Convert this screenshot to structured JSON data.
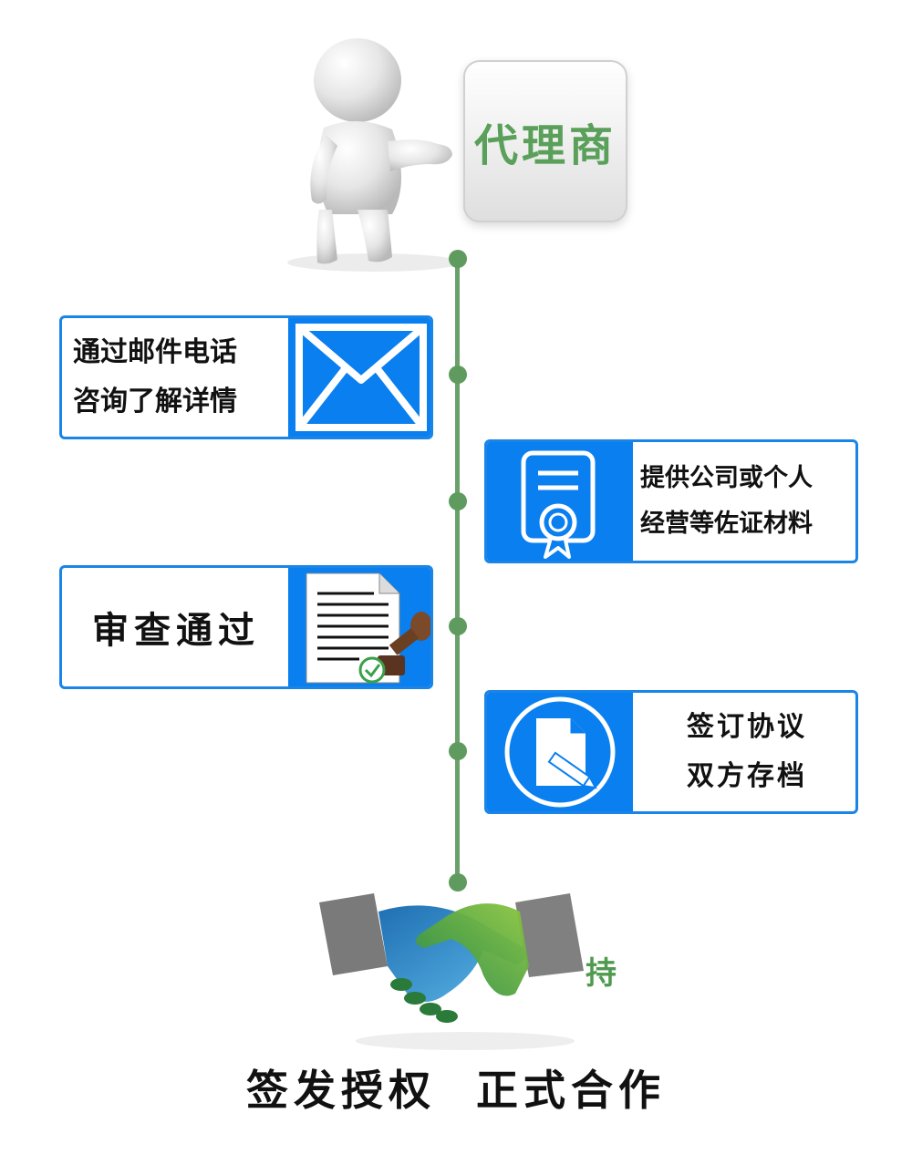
{
  "header": {
    "role_label": "代理商"
  },
  "steps": [
    {
      "lines": [
        "通过邮件电话",
        "咨询了解详情"
      ],
      "icon": "mail-icon"
    },
    {
      "lines": [
        "提供公司或个人",
        "经营等佐证材料"
      ],
      "icon": "certificate-icon"
    },
    {
      "lines": [
        "审查通过"
      ],
      "icon": "approved-document-icon"
    },
    {
      "lines": [
        "签订协议",
        "双方存档"
      ],
      "icon": "sign-document-icon"
    }
  ],
  "footer": {
    "side_char": "持",
    "title": "签发授权  正式合作"
  },
  "colors": {
    "accent_blue": "#0a7ff0",
    "timeline_green": "#5f9b5f",
    "label_green": "#5aa05a"
  }
}
